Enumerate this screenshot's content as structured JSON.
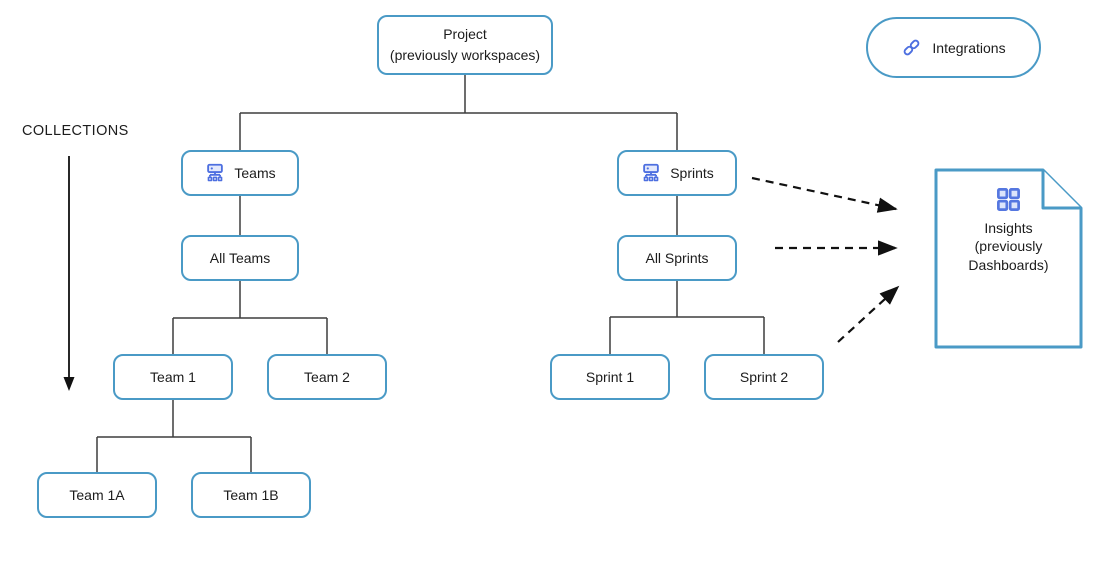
{
  "diagram": {
    "collections_label": "COLLECTIONS",
    "colors": {
      "node_border": "#4a9ac6",
      "icon_blue": "#4d6fe0",
      "connector": "#3d3d3d",
      "arrow": "#111111"
    },
    "nodes": {
      "project": {
        "label": "Project",
        "sublabel": "(previously workspaces)"
      },
      "teams": {
        "label": "Teams",
        "icon": "org-hierarchy-icon"
      },
      "all_teams": {
        "label": "All Teams"
      },
      "team1": {
        "label": "Team 1"
      },
      "team2": {
        "label": "Team 2"
      },
      "team1a": {
        "label": "Team 1A"
      },
      "team1b": {
        "label": "Team 1B"
      },
      "sprints": {
        "label": "Sprints",
        "icon": "org-hierarchy-icon"
      },
      "all_sprints": {
        "label": "All Sprints"
      },
      "sprint1": {
        "label": "Sprint 1"
      },
      "sprint2": {
        "label": "Sprint 2"
      },
      "integrations": {
        "label": "Integrations",
        "icon": "link-icon"
      },
      "insights": {
        "line1": "Insights",
        "line2": "(previously",
        "line3": "Dashboards)",
        "icon": "grid-icon"
      }
    }
  }
}
